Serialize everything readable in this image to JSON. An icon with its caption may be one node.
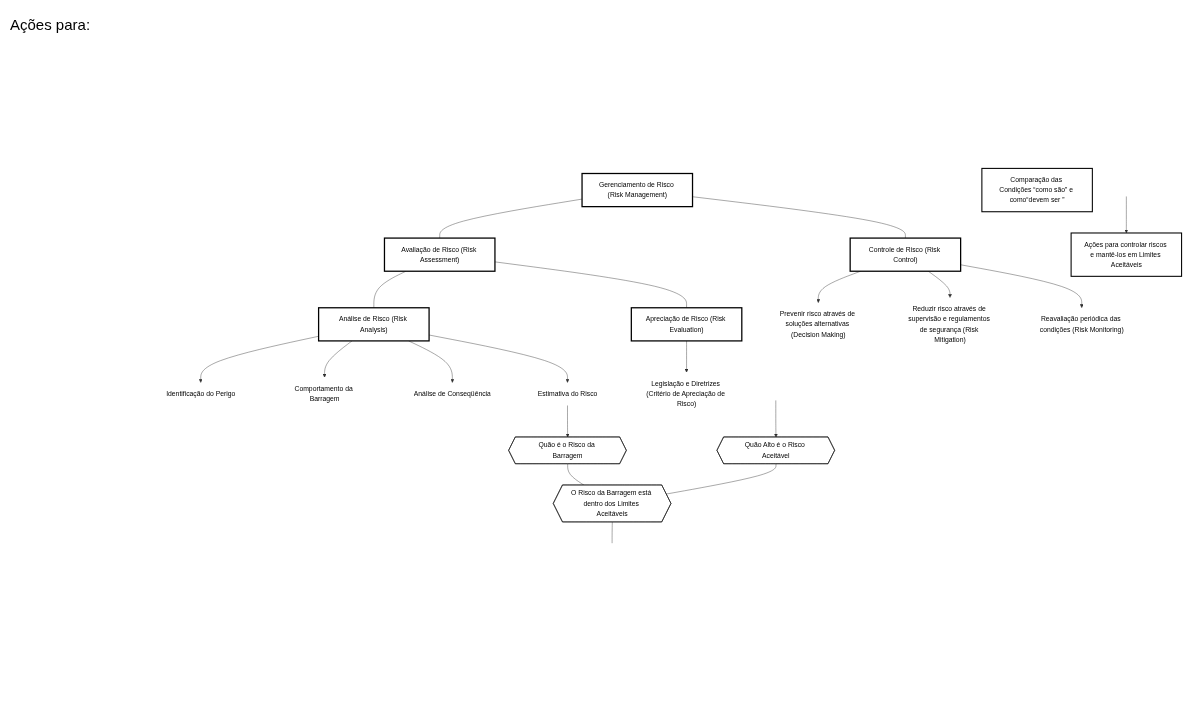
{
  "diagram": {
    "nodes": [
      {
        "text": [
          "Gerenciamento de Risco (Risk Management)"
        ]
      },
      {
        "text": [
          "Avaliação de Risco (Risk Assessment)"
        ]
      },
      {
        "text": [
          "Controle de Risco (Risk Control)"
        ]
      },
      {
        "text": [
          "Análise de Risco (Risk Analysis)"
        ]
      },
      {
        "text": [
          "Apreciação de Risco (Risk Evaluation)"
        ]
      },
      {
        "text": [
          "Identificação do Perigo"
        ]
      },
      {
        "text": [
          "Comportamento da Barragem"
        ]
      },
      {
        "text": [
          "Análise de Conseqüência"
        ]
      },
      {
        "text": [
          "Estimativa do Risco"
        ]
      },
      {
        "text": [
          "Legislação e Diretrizes (Critério de Apreciação de Risco)"
        ]
      },
      {
        "text": [
          "Prevenir risco através de soluções alternativas (Decision Making)"
        ]
      },
      {
        "text": [
          "Reduzir risco através de supervisão e regulamentos de segurança (Risk Mitigation)"
        ]
      },
      {
        "text": [
          "Reavaliação periódica das condições (Risk Monitoring)"
        ]
      },
      {
        "text": [
          "Quão é o Risco da Barragem"
        ]
      },
      {
        "text": [
          "Quão Alto é o Risco Aceitável"
        ]
      },
      {
        "text": [
          "O Risco da Barragem está dentro dos Limites Aceitáveis"
        ]
      },
      {
        "text": [
          "Comparação das Condições “como são” e como“devem ser ”"
        ]
      },
      {
        "text": [
          "Ações para controlar riscos e mantê-los em Limites Aceitáveis"
        ]
      }
    ],
    "edges": [
      {
        "from": 0,
        "to": 1,
        "arrow": "none"
      },
      {
        "from": 0,
        "to": 2,
        "arrow": "none"
      },
      {
        "from": 1,
        "to": 3,
        "arrow": "none"
      },
      {
        "from": 1,
        "to": 4,
        "arrow": "none"
      },
      {
        "from": 3,
        "to": 5,
        "arrow": "to"
      },
      {
        "from": 3,
        "to": 6,
        "arrow": "to"
      },
      {
        "from": 3,
        "to": 7,
        "arrow": "to"
      },
      {
        "from": 3,
        "to": 8,
        "arrow": "to"
      },
      {
        "from": 4,
        "to": 9,
        "arrow": "to"
      },
      {
        "from": 2,
        "to": 10,
        "arrow": "to"
      },
      {
        "from": 2,
        "to": 11,
        "arrow": "to"
      },
      {
        "from": 2,
        "to": 12,
        "arrow": "to"
      },
      {
        "from": 8,
        "to": 13,
        "arrow": "to"
      },
      {
        "from": null,
        "to": 14,
        "arrow": "to"
      },
      {
        "from": 13,
        "to": 15,
        "arrow": "none"
      },
      {
        "from": 14,
        "to": 15,
        "arrow": "none"
      },
      {
        "from": 15,
        "to": null,
        "arrow": "none"
      },
      {
        "from": null,
        "to": 17,
        "arrow": "to"
      }
    ],
    "labels": [
      "Ações para:"
    ]
  }
}
